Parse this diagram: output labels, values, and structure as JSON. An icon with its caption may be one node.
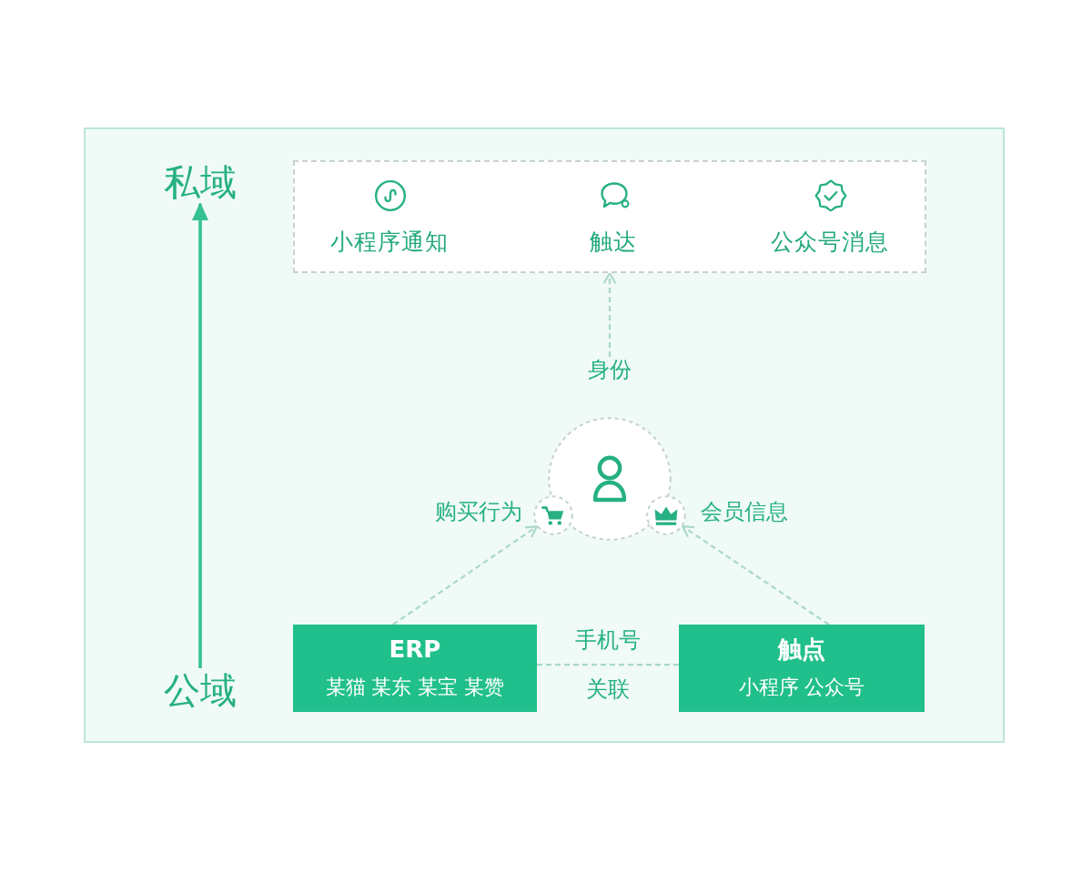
{
  "diagram": {
    "nodes": [
      {
        "text": [
          "私域"
        ]
      },
      {
        "text": [
          "小程序通知",
          "触达",
          "公众号消息"
        ]
      },
      {
        "text": [
          "身份"
        ]
      },
      {
        "text": [],
        "shape": "circle"
      },
      {
        "text": [],
        "shape": "circle",
        "beside": [
          "购买行为"
        ]
      },
      {
        "text": [],
        "shape": "circle",
        "beside": [
          "会员信息"
        ]
      },
      {
        "text": [
          "公域"
        ]
      },
      {
        "text": [
          "ERP",
          "某猫 某东 某宝 某赞"
        ]
      },
      {
        "text": [
          "触点",
          "小程序 公众号"
        ]
      }
    ],
    "edges": [
      {
        "from": 6,
        "to": 0,
        "arrow": "to",
        "color": "#35c194"
      },
      {
        "from": 2,
        "to": 1,
        "arrow": "to",
        "style": "dashed"
      },
      {
        "from": 7,
        "to": 4,
        "arrow": "to",
        "style": "dashed"
      },
      {
        "from": 8,
        "to": 5,
        "arrow": "to",
        "style": "dashed"
      },
      {
        "from": 7,
        "to": 8,
        "arrow": "none",
        "label": "手机号",
        "style": "dashed"
      }
    ],
    "labels": [
      "关联"
    ]
  }
}
